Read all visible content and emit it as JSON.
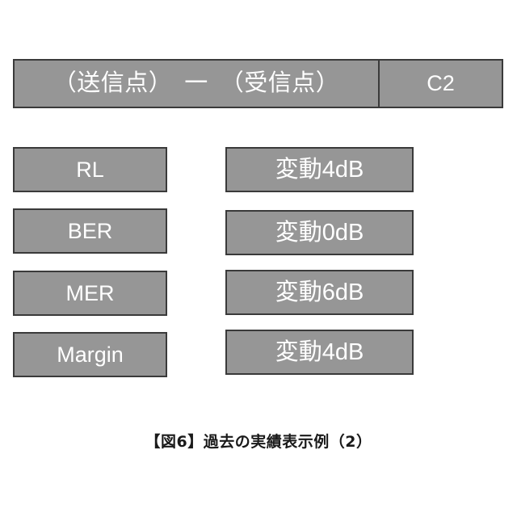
{
  "figure": {
    "background_color": "#ffffff",
    "box_fill_color": "#969696",
    "box_border_color": "#3a3a3a",
    "box_text_color": "#ffffff",
    "caption_color": "#1a1a1a",
    "header": {
      "path_label": "（送信点）　一　（受信点）",
      "channel_label": "C2"
    },
    "rows": [
      {
        "metric": "RL",
        "value": "変動4dB"
      },
      {
        "metric": "BER",
        "value": "変動0dB"
      },
      {
        "metric": "MER",
        "value": "変動6dB"
      },
      {
        "metric": "Margin",
        "value": "変動4dB"
      }
    ],
    "caption": "【図6】過去の実績表示例（2）"
  }
}
